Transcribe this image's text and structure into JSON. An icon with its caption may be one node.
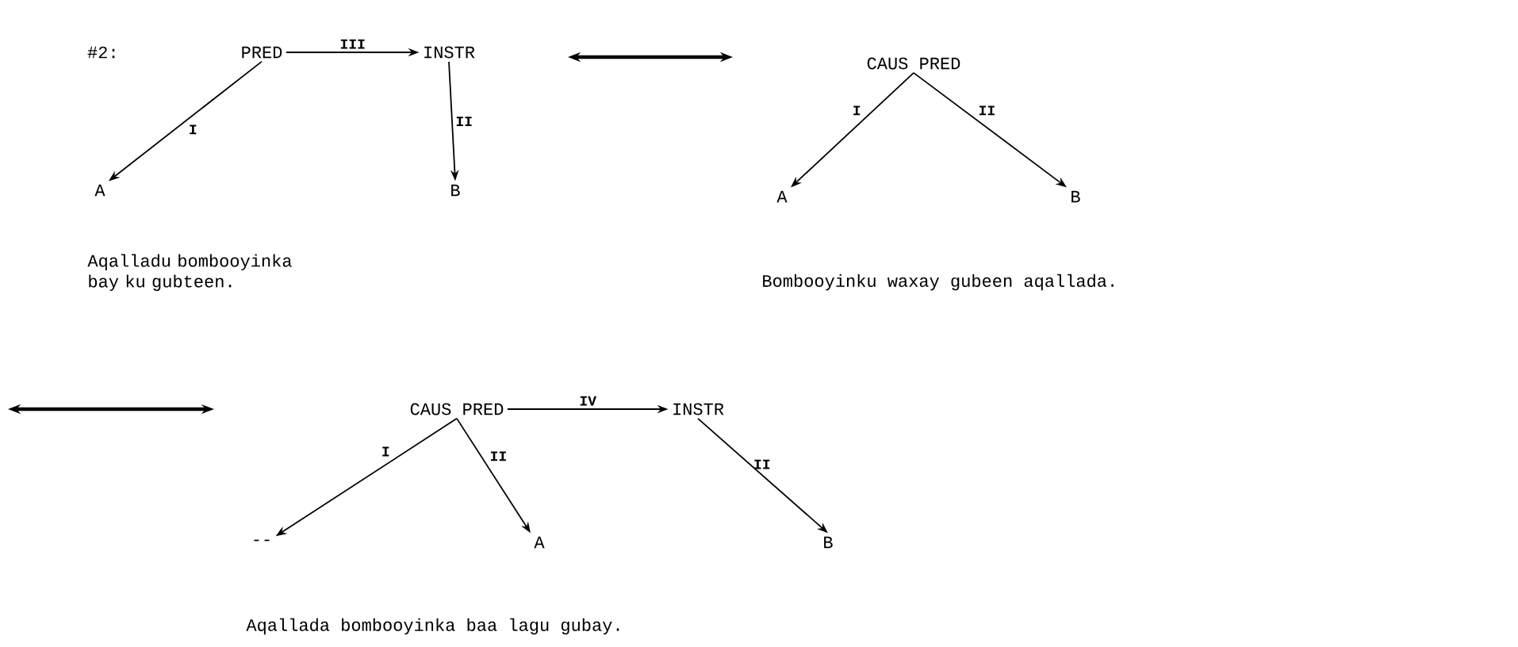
{
  "diagram": {
    "nodes": [
      {
        "text": [
          "PRED"
        ]
      },
      {
        "text": [
          "INSTR"
        ]
      },
      {
        "text": [
          "A"
        ]
      },
      {
        "text": [
          "B"
        ]
      },
      {
        "text": [
          "CAUS PRED"
        ]
      },
      {
        "text": [
          "A"
        ]
      },
      {
        "text": [
          "B"
        ]
      },
      {
        "text": [
          "CAUS PRED"
        ]
      },
      {
        "text": [
          "INSTR"
        ]
      },
      {
        "text": [
          "--"
        ]
      },
      {
        "text": [
          "A"
        ]
      },
      {
        "text": [
          "B"
        ]
      }
    ],
    "edges": [
      {
        "from": 0,
        "to": 1,
        "arrow": "to",
        "label": "III"
      },
      {
        "from": 0,
        "to": 2,
        "arrow": "to",
        "label": "I"
      },
      {
        "from": 1,
        "to": 3,
        "arrow": "to",
        "label": "II"
      },
      {
        "from": 4,
        "to": 5,
        "arrow": "to",
        "label": "I"
      },
      {
        "from": 4,
        "to": 6,
        "arrow": "to",
        "label": "II"
      },
      {
        "from": 7,
        "to": 8,
        "arrow": "to",
        "label": "IV"
      },
      {
        "from": 7,
        "to": 9,
        "arrow": "to",
        "label": "I"
      },
      {
        "from": 7,
        "to": 10,
        "arrow": "to",
        "label": "II"
      },
      {
        "from": 8,
        "to": 11,
        "arrow": "to",
        "label": "II"
      }
    ],
    "labels": [
      "#2:",
      "Aqalladu bombooyinka bay ku gubteen.",
      "Bombooyinku waxay gubeen aqallada.",
      "Aqallada bombooyinka baa lagu gubay."
    ]
  }
}
